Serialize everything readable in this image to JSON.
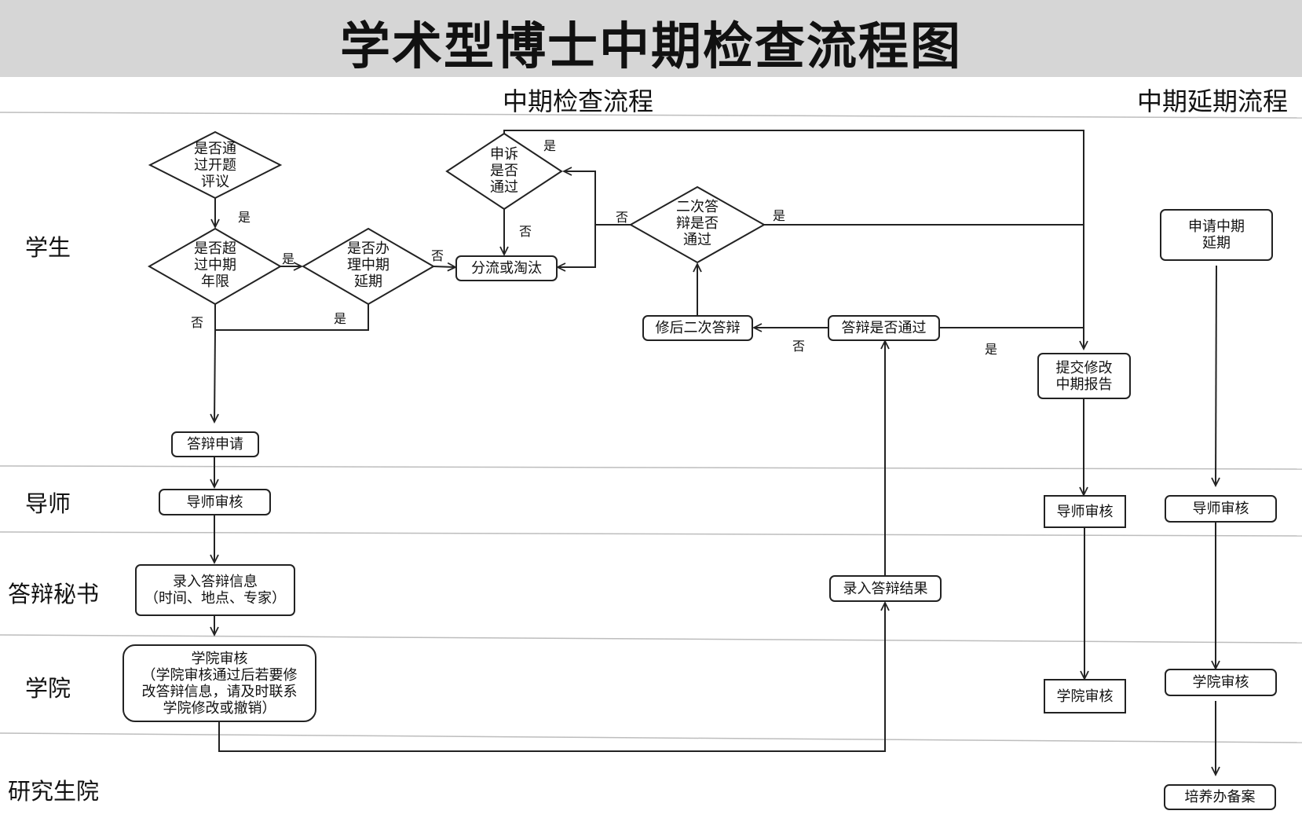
{
  "title": "学术型博士中期检查流程图",
  "sections": {
    "main": "中期检查流程",
    "delay": "中期延期流程"
  },
  "lanes": {
    "student": "学生",
    "advisor": "导师",
    "secretary": "答辩秘书",
    "college": "学院",
    "graduate_school": "研究生院"
  },
  "decisions": {
    "proposal_passed": "是否通\n过开题\n评议",
    "over_time_limit": "是否超\n过中期\n年限",
    "apply_delay": "是否办\n理中期\n延期",
    "appeal_passed": "申诉\n是否\n通过",
    "second_defense_passed": "二次答\n辩是否\n通过"
  },
  "boxes": {
    "diversion": "分流或淘汰",
    "second_defense": "修后二次答辩",
    "defense_passed": "答辩是否通过",
    "submit_report": "提交修改\n中期报告",
    "defense_apply": "答辩申请",
    "advisor_review": "导师审核",
    "enter_info": "录入答辩信息\n（时间、地点、专家）",
    "college_review": "学院审核\n（学院审核通过后若要修\n改答辩信息，请及时联系\n学院修改或撤销）",
    "enter_result": "录入答辩结果",
    "advisor_review_2": "导师审核",
    "college_review_2": "学院审核",
    "apply_delay": "申请中期\n延期",
    "advisor_review_3": "导师审核",
    "college_review_3": "学院审核",
    "training_office": "培养办备案"
  },
  "edge_labels": {
    "yes_1": "是",
    "yes_2": "是",
    "yes_3": "是",
    "yes_4": "是",
    "yes_5": "是",
    "yes_6": "是",
    "no_1": "否",
    "no_2": "否",
    "no_3": "否",
    "no_4": "否",
    "no_5": "否"
  }
}
